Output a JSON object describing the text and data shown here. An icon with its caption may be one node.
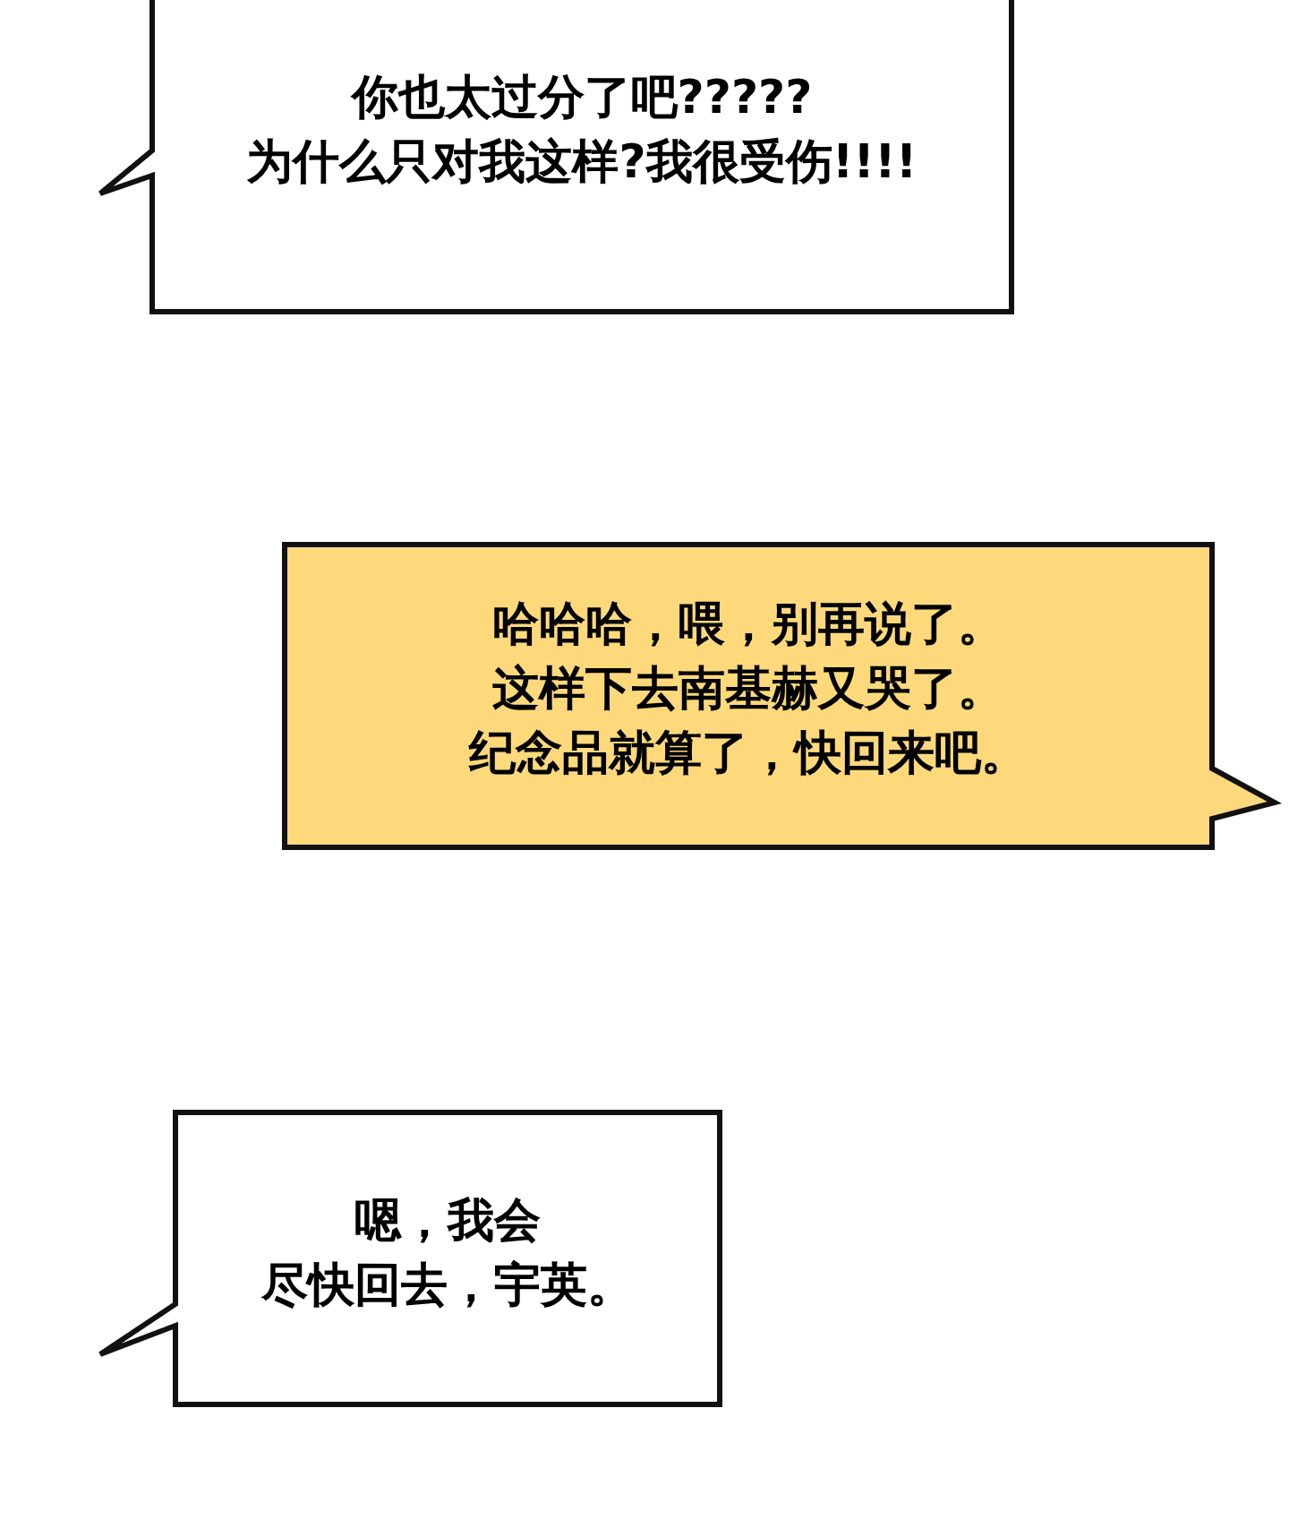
{
  "diagram": {
    "nodes": [
      {
        "text": [
          "你也太过分了吧?????为什么只对我这样?我很受伤!!!!"
        ]
      },
      {
        "text": [
          "哈哈哈，喂，别再说了。这样下去南基赫又哭了。纪念品就算了，快回来吧。"
        ]
      },
      {
        "text": [
          "嗯，我会尽快回去，宇英。"
        ]
      }
    ],
    "edges": []
  }
}
